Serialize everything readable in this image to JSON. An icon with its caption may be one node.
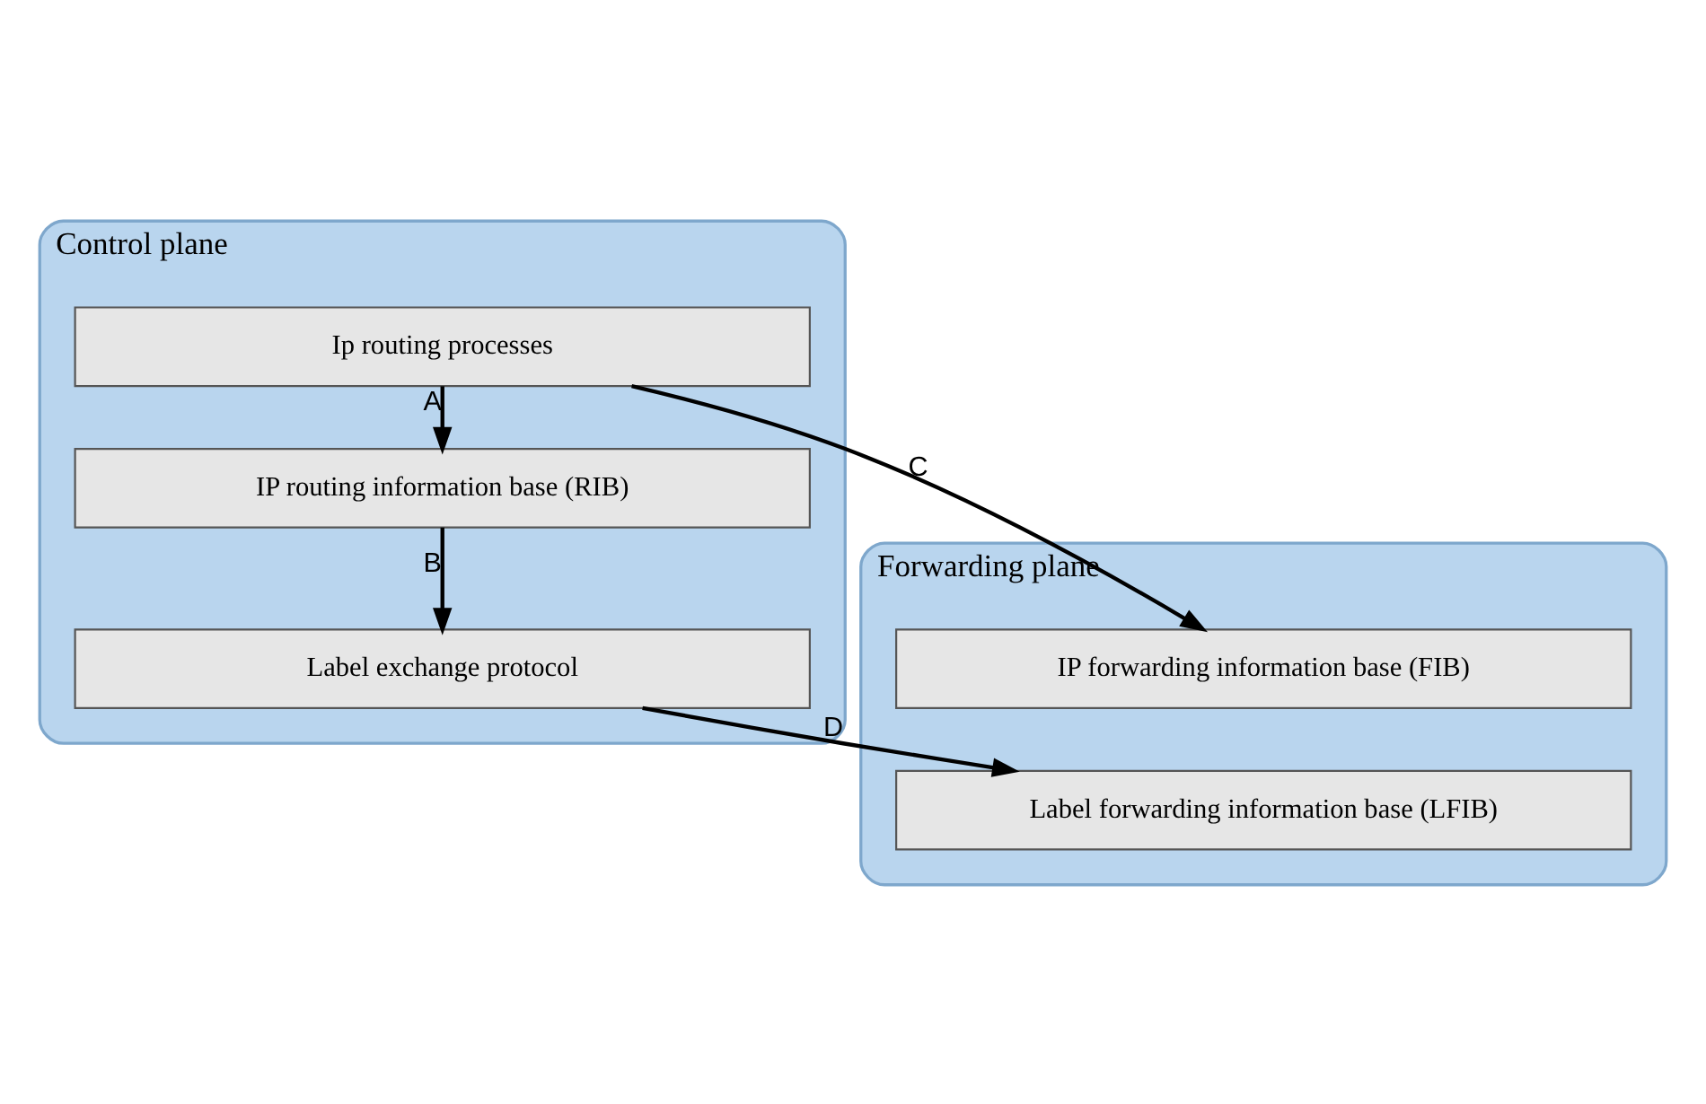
{
  "diagram": {
    "nodes": [
      {
        "text": [
          "Control plane"
        ]
      },
      {
        "text": [
          "Ip routing processes"
        ],
        "in": 0
      },
      {
        "text": [
          "IP routing information base (RIB)"
        ],
        "in": 0
      },
      {
        "text": [
          "Label exchange protocol"
        ],
        "in": 0
      },
      {
        "text": [
          "Forwarding plane"
        ]
      },
      {
        "text": [
          "IP forwarding information base (FIB)"
        ],
        "in": 4
      },
      {
        "text": [
          "Label forwarding information base (LFIB)"
        ],
        "in": 4
      }
    ],
    "edges": [
      {
        "from": 1,
        "to": 2,
        "arrow": "to",
        "label": "A"
      },
      {
        "from": 2,
        "to": 3,
        "arrow": "to",
        "label": "B"
      },
      {
        "from": 1,
        "to": 5,
        "arrow": "to",
        "label": "C"
      },
      {
        "from": 3,
        "to": 6,
        "arrow": "to",
        "label": "D"
      }
    ]
  }
}
